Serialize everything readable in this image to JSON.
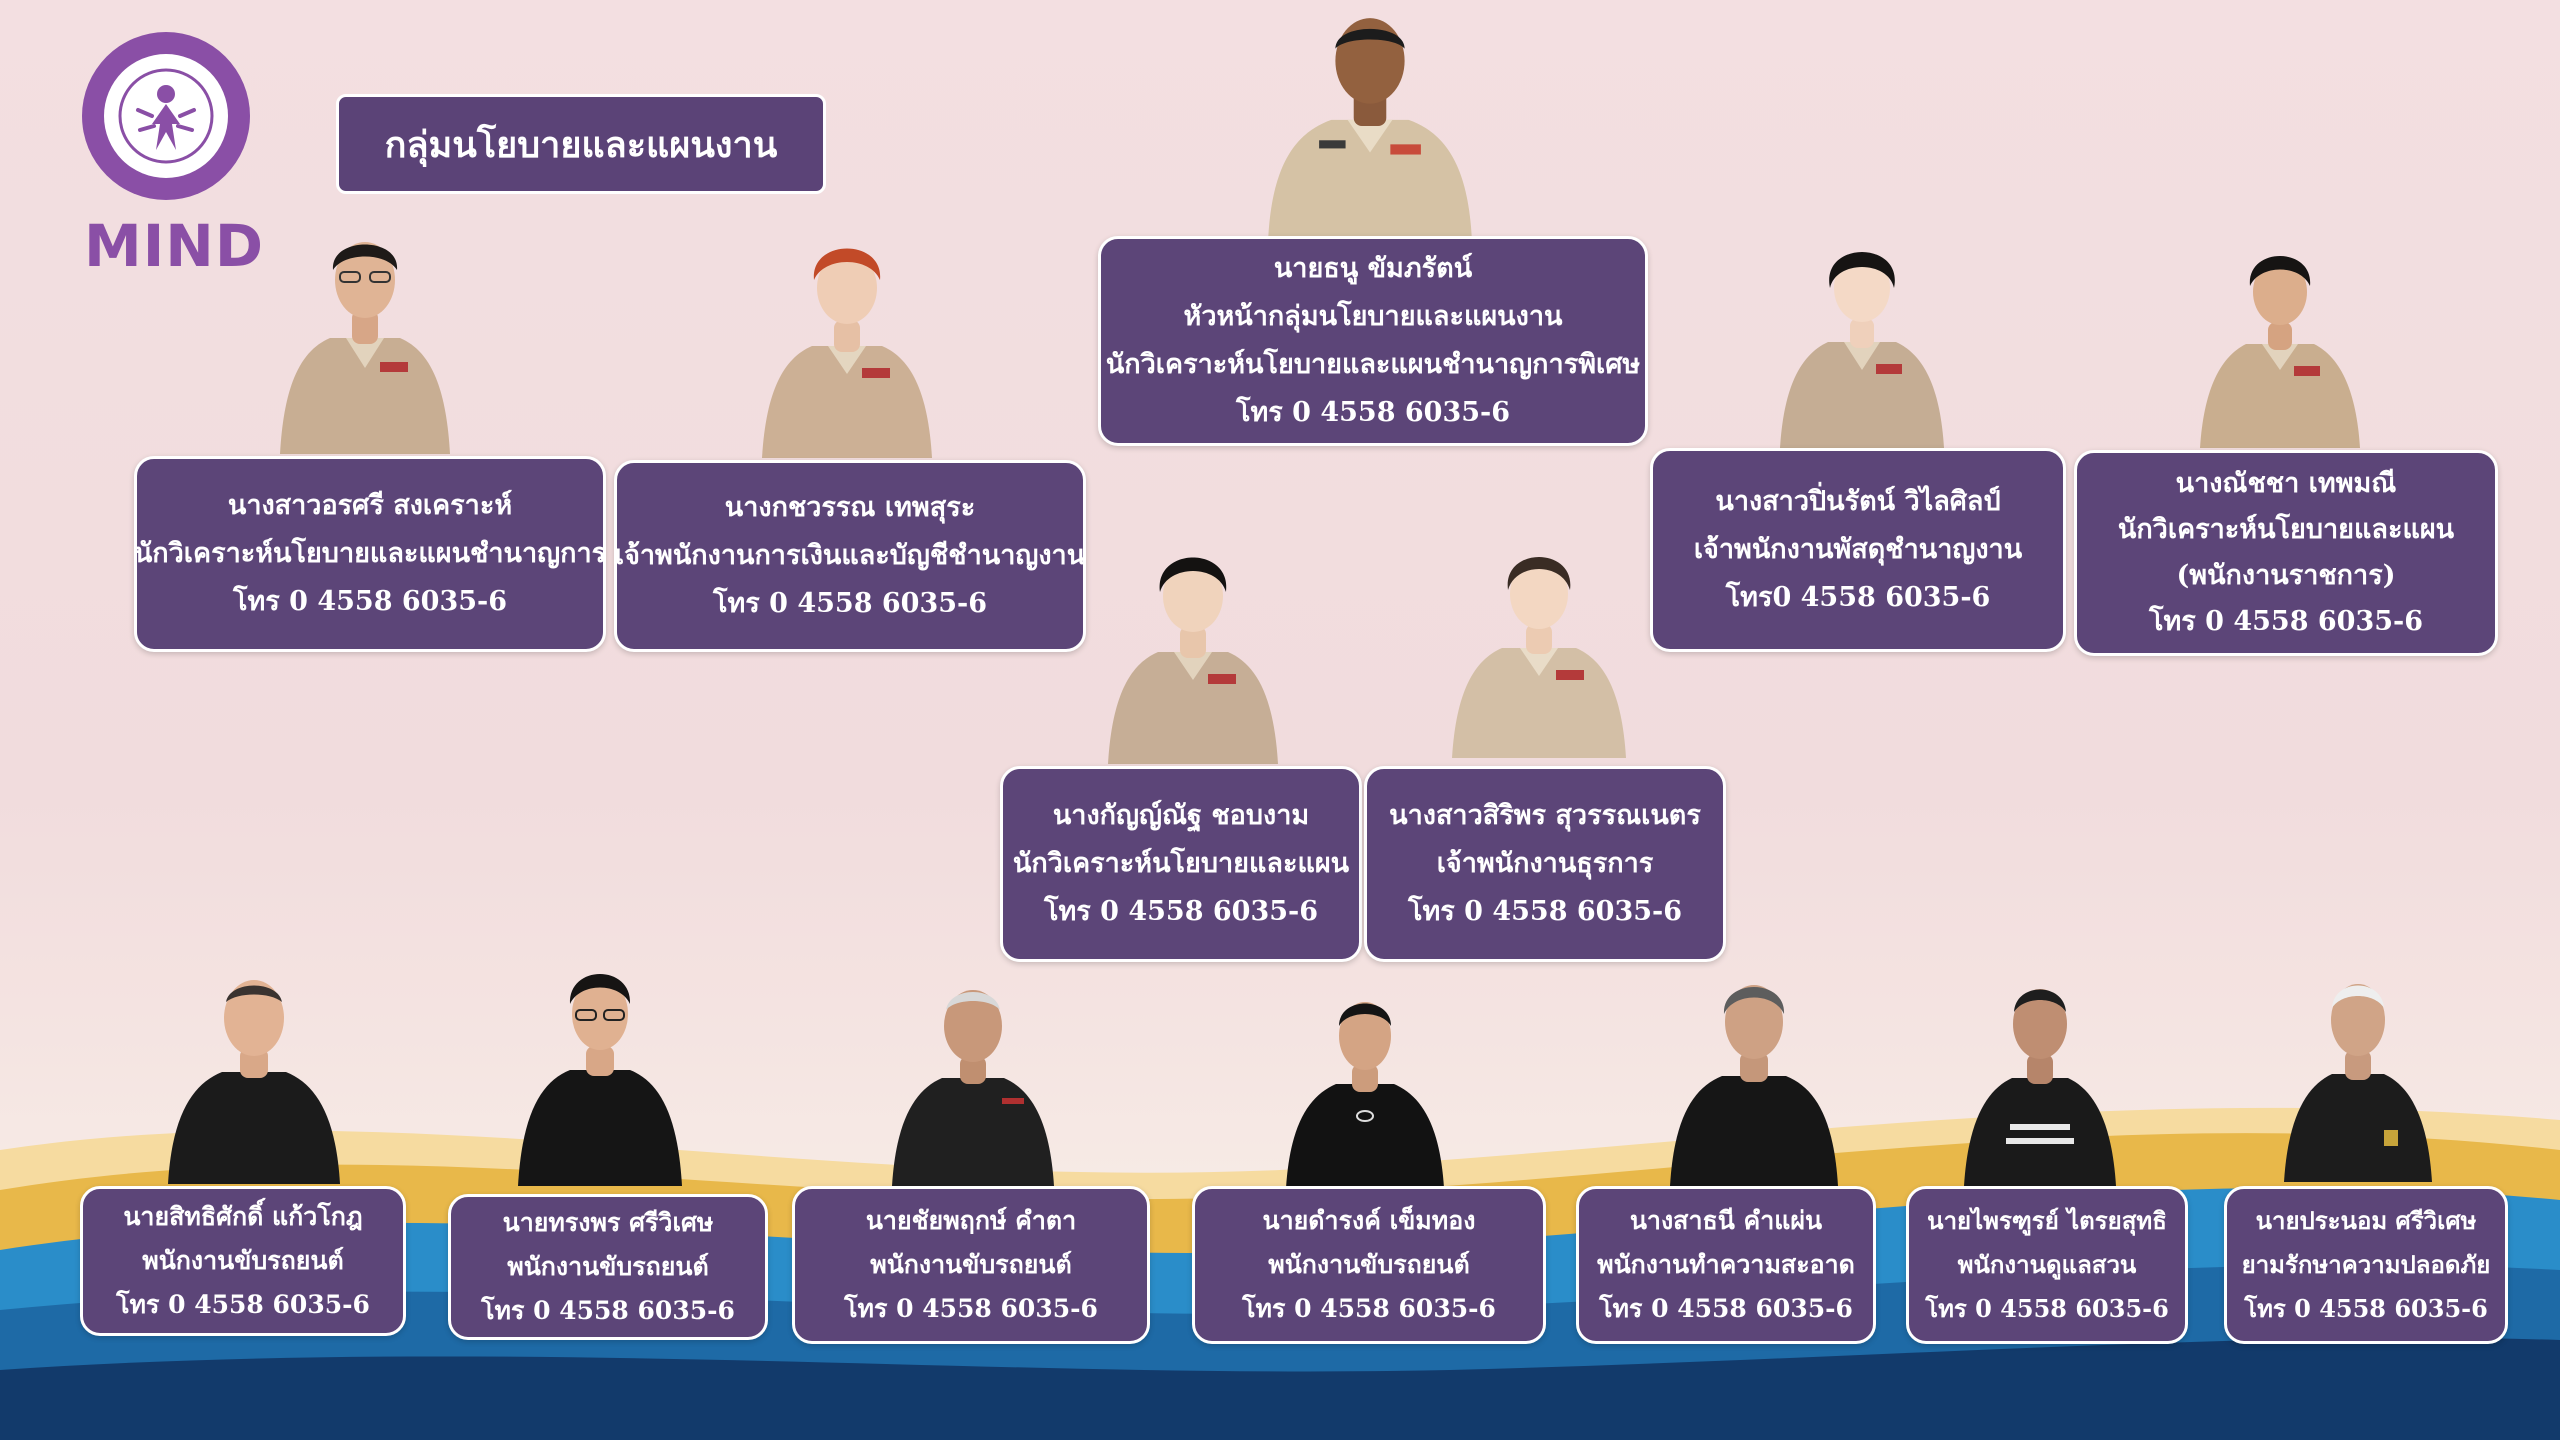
{
  "logo": {
    "text": "MIND"
  },
  "title": "กลุ่มนโยบายและแผนงาน",
  "colors": {
    "card": "#5c4578",
    "logo": "#8a4fa6",
    "gold": "#e8b84a",
    "blue": "#1f7bb8",
    "navy": "#123a6b"
  },
  "people": [
    {
      "name": "นายธนู ขัมภรัตน์",
      "lines": [
        "หัวหน้ากลุ่มนโยบายและแผนงาน",
        "นักวิเคราะห์นโยบายและแผนชำนาญการพิเศษ"
      ],
      "phone": "โทร 0 4558 6035-6",
      "attire": "uniform"
    },
    {
      "name": "นางสาวอรศรี สงเคราะห์",
      "lines": [
        "นักวิเคราะห์นโยบายและแผนชำนาญการ"
      ],
      "phone": "โทร 0 4558 6035-6",
      "attire": "uniform"
    },
    {
      "name": "นางกชวรรณ เทพสุระ",
      "lines": [
        "เจ้าพนักงานการเงินและบัญชีชำนาญงาน"
      ],
      "phone": "โทร 0 4558 6035-6",
      "attire": "uniform"
    },
    {
      "name": "นางสาวปิ่นรัตน์ วิไลศิลป์",
      "lines": [
        "เจ้าพนักงานพัสดุชำนาญงาน"
      ],
      "phone": "โทร0 4558 6035-6",
      "attire": "uniform"
    },
    {
      "name": "นางณัชชา เทพมณี",
      "lines": [
        "นักวิเคราะห์นโยบายและแผน",
        "(พนักงานราชการ)"
      ],
      "phone": "โทร 0 4558 6035-6",
      "attire": "uniform"
    },
    {
      "name": "นางกัญญ์ณัฐ ชอบงาม",
      "lines": [
        "นักวิเคราะห์นโยบายและแผน"
      ],
      "phone": "โทร 0 4558 6035-6",
      "attire": "uniform"
    },
    {
      "name": "นางสาวสิริพร สุวรรณเนตร",
      "lines": [
        "เจ้าพนักงานธุรการ"
      ],
      "phone": "โทร 0 4558 6035-6",
      "attire": "uniform"
    },
    {
      "name": "นายสิทธิศักดิ์ แก้วโกฎ",
      "lines": [
        "พนักงานขับรถยนต์"
      ],
      "phone": "โทร 0 4558 6035-6",
      "attire": "black"
    },
    {
      "name": "นายทรงพร ศรีวิเศษ",
      "lines": [
        "พนักงานขับรถยนต์"
      ],
      "phone": "โทร 0 4558 6035-6",
      "attire": "black"
    },
    {
      "name": "นายชัยพฤกษ์ คำตา",
      "lines": [
        "พนักงานขับรถยนต์"
      ],
      "phone": "โทร 0 4558 6035-6",
      "attire": "black"
    },
    {
      "name": "นายดำรงค์ เข็มทอง",
      "lines": [
        "พนักงานขับรถยนต์"
      ],
      "phone": "โทร 0 4558 6035-6",
      "attire": "black"
    },
    {
      "name": "นางสาธนี คำแผ่น",
      "lines": [
        "พนักงานทำความสะอาด"
      ],
      "phone": "โทร 0 4558 6035-6",
      "attire": "black"
    },
    {
      "name": "นายไพรฑูรย์ ไตรยสุทธิ",
      "lines": [
        "พนักงานดูแลสวน"
      ],
      "phone": "โทร 0 4558 6035-6",
      "attire": "black"
    },
    {
      "name": "นายประนอม ศรีวิเศษ",
      "lines": [
        "ยามรักษาความปลอดภัย"
      ],
      "phone": "โทร 0 4558 6035-6",
      "attire": "black"
    }
  ]
}
